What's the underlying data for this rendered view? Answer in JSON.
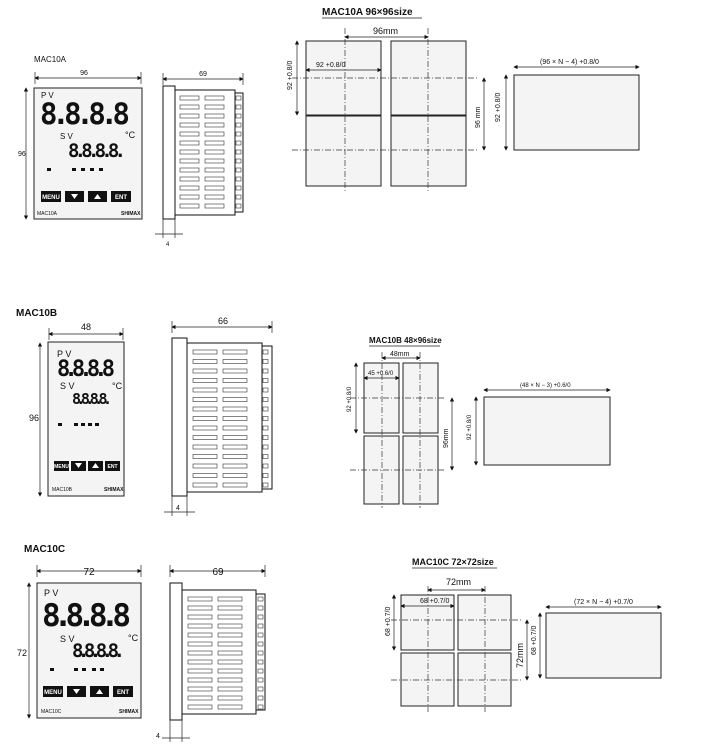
{
  "sections": [
    {
      "model": "MAC10A",
      "front": {
        "width": "96",
        "height": "96",
        "pv": "P V",
        "sv": "S V",
        "pv_digits": "8.8.8.8",
        "sv_digits": "8.8.8.8.",
        "unit": "°C",
        "buttons": [
          "MENU",
          "▼",
          "▲",
          "ENT"
        ],
        "model_label": "MAC10A",
        "brand": "SHIMAX"
      },
      "side": {
        "depth": "69",
        "bezel": "4"
      },
      "cutout": {
        "title": "MAC10A 96×96size",
        "pitch": "96mm",
        "hole": "92 +0.8/0",
        "vpitch": "96 mm",
        "vhole": "92 +0.8/0",
        "gang": "(96 × N − 4) +0.8/0",
        "gang_h": "92 +0.8/0"
      }
    },
    {
      "model": "MAC10B",
      "front": {
        "width": "48",
        "height": "96",
        "pv": "P V",
        "sv": "S V",
        "pv_digits": "8.8.8.8",
        "sv_digits": "8.8.8.8.",
        "unit": "°C",
        "buttons": [
          "MENU",
          "▼",
          "▲",
          "ENT"
        ],
        "model_label": "MAC10B",
        "brand": "SHIMAX"
      },
      "side": {
        "depth": "66",
        "bezel": "4"
      },
      "cutout": {
        "title": "MAC10B 48×96size",
        "pitch": "48mm",
        "hole": "45 +0.6/0",
        "vpitch": "96mm",
        "vhole": "92 +0.8/0",
        "gang": "(48 × N − 3) +0.6/0",
        "gang_h": "92 +0.8/0"
      }
    },
    {
      "model": "MAC10C",
      "front": {
        "width": "72",
        "height": "72",
        "pv": "P V",
        "sv": "S V",
        "pv_digits": "8.8.8.8",
        "sv_digits": "8.8.8.8.",
        "unit": "°C",
        "buttons": [
          "MENU",
          "▼",
          "▲",
          "ENT"
        ],
        "model_label": "MAC10C",
        "brand": "SHIMAX"
      },
      "side": {
        "depth": "69",
        "bezel": "4"
      },
      "cutout": {
        "title": "MAC10C 72×72size",
        "pitch": "72mm",
        "hole": "68 +0.7/0",
        "vpitch": "72mm",
        "vhole": "68 +0.7/0",
        "gang": "(72 × N − 4) +0.7/0",
        "gang_h": "68 +0.7/0"
      }
    }
  ]
}
